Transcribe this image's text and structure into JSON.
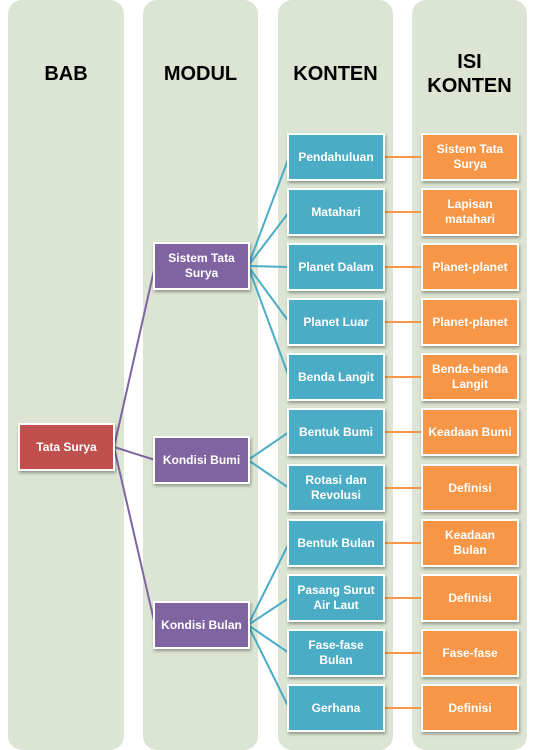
{
  "headers": {
    "bab": "BAB",
    "modul": "MODUL",
    "konten": "KONTEN",
    "isi_line1": "ISI",
    "isi_line2": "KONTEN"
  },
  "bab": {
    "label": "Tata Surya"
  },
  "modul": [
    {
      "label": "Sistem Tata Surya"
    },
    {
      "label": "Kondisi Bumi"
    },
    {
      "label": "Kondisi Bulan"
    }
  ],
  "konten": [
    {
      "label": "Pendahuluan",
      "isi": "Sistem Tata Surya"
    },
    {
      "label": "Matahari",
      "isi": "Lapisan matahari"
    },
    {
      "label": "Planet Dalam",
      "isi": "Planet-planet"
    },
    {
      "label": "Planet Luar",
      "isi": "Planet-planet"
    },
    {
      "label": "Benda Langit",
      "isi": "Benda-benda Langit"
    },
    {
      "label": "Bentuk Bumi",
      "isi": "Keadaan Bumi"
    },
    {
      "label": "Rotasi dan Revolusi",
      "isi": "Definisi"
    },
    {
      "label": "Bentuk Bulan",
      "isi": "Keadaan Bulan"
    },
    {
      "label": "Pasang Surut Air Laut",
      "isi": "Definisi"
    },
    {
      "label": "Fase-fase Bulan",
      "isi": "Fase-fase"
    },
    {
      "label": "Gerhana",
      "isi": "Definisi"
    }
  ],
  "colors": {
    "column_bg": "#dce5d3",
    "bab": "#c0504d",
    "modul": "#8064a2",
    "konten": "#4bacc6",
    "isi": "#f79646"
  }
}
